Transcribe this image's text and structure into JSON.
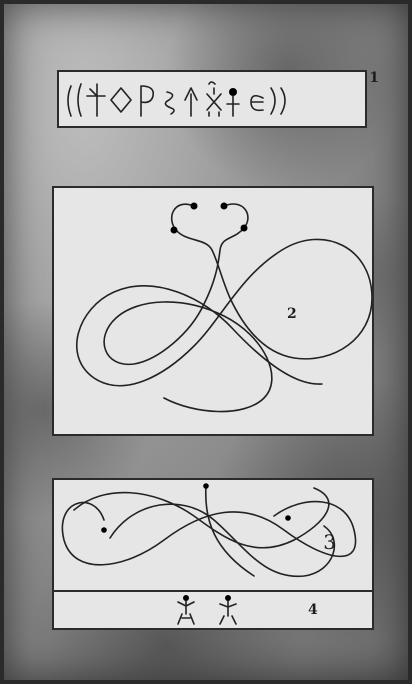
{
  "panels": {
    "p1": {
      "number": "1"
    },
    "p2": {
      "number": "2"
    },
    "p3": {
      "number": "3"
    },
    "p4": {
      "number": "4"
    }
  }
}
